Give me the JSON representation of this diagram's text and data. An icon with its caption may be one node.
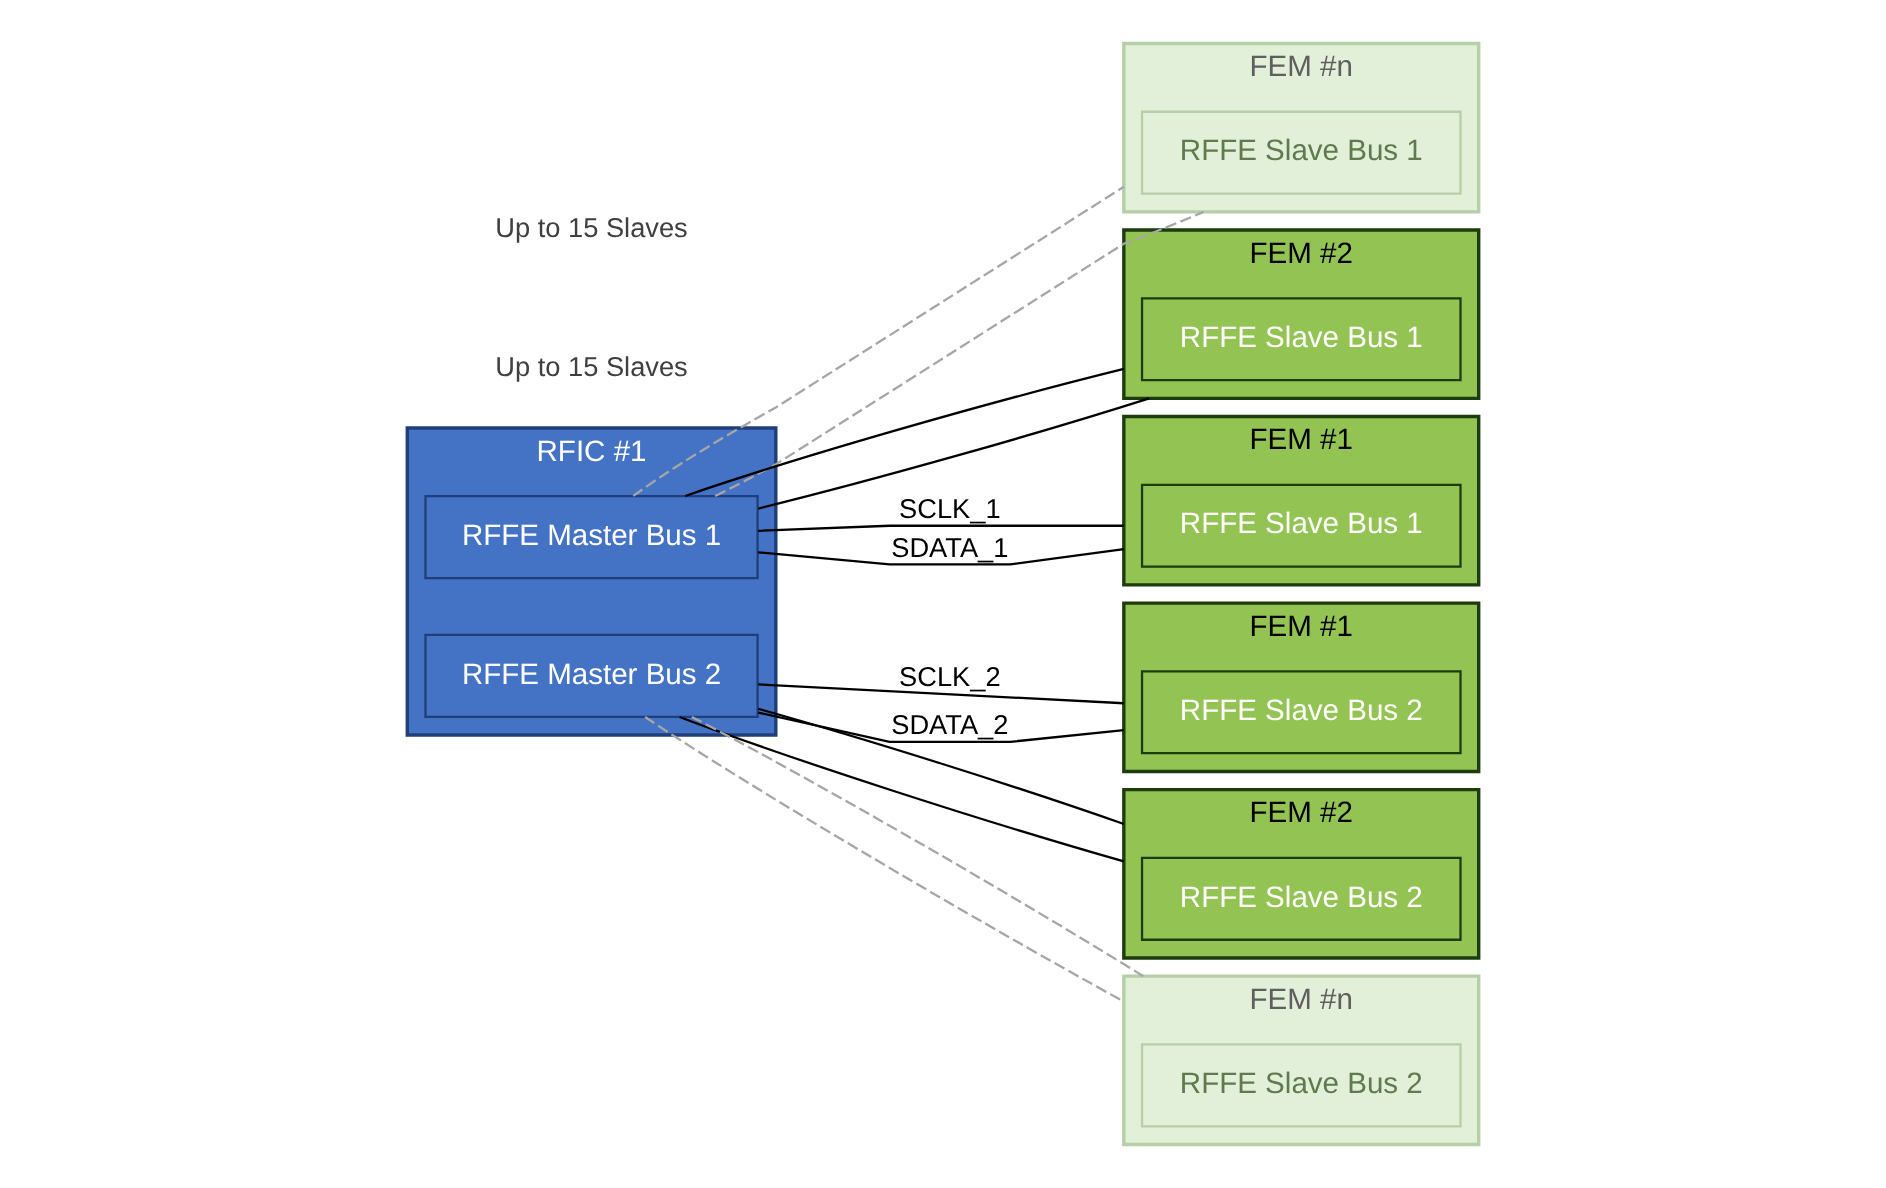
{
  "diagram": {
    "nodes": [
      {
        "text": [
          "RFIC #1"
        ]
      },
      {
        "text": [
          "RFFE Master Bus 1"
        ],
        "in": 0
      },
      {
        "text": [
          "RFFE Master Bus 2"
        ],
        "in": 0
      },
      {
        "text": [
          "FEM #n"
        ]
      },
      {
        "text": [
          "RFFE Slave Bus 1"
        ],
        "in": 3
      },
      {
        "text": [
          "FEM #2"
        ]
      },
      {
        "text": [
          "RFFE Slave Bus 1"
        ],
        "in": 5
      },
      {
        "text": [
          "FEM #1"
        ]
      },
      {
        "text": [
          "RFFE Slave Bus 1"
        ],
        "in": 7
      },
      {
        "text": [
          "FEM #1"
        ]
      },
      {
        "text": [
          "RFFE Slave Bus 2"
        ],
        "in": 9
      },
      {
        "text": [
          "FEM #2"
        ]
      },
      {
        "text": [
          "RFFE Slave Bus 2"
        ],
        "in": 11
      },
      {
        "text": [
          "FEM #n"
        ]
      },
      {
        "text": [
          "RFFE Slave Bus 2"
        ],
        "in": 13
      }
    ],
    "edges": [
      {
        "from": 1,
        "to": 3,
        "arrow": "none",
        "style": "dashed",
        "color": "#a6a6a6"
      },
      {
        "from": 1,
        "to": 3,
        "arrow": "none",
        "style": "dashed",
        "color": "#a6a6a6"
      },
      {
        "from": 1,
        "to": 5,
        "arrow": "none"
      },
      {
        "from": 1,
        "to": 5,
        "arrow": "none"
      },
      {
        "from": 1,
        "to": 7,
        "arrow": "none",
        "label": "SCLK_1"
      },
      {
        "from": 1,
        "to": 7,
        "arrow": "none",
        "label": "SDATA_1"
      },
      {
        "from": 2,
        "to": 9,
        "arrow": "none",
        "label": "SCLK_2"
      },
      {
        "from": 2,
        "to": 9,
        "arrow": "none",
        "label": "SDATA_2"
      },
      {
        "from": 2,
        "to": 11,
        "arrow": "none"
      },
      {
        "from": 2,
        "to": 11,
        "arrow": "none"
      },
      {
        "from": 2,
        "to": 13,
        "arrow": "none",
        "style": "dashed",
        "color": "#a6a6a6"
      },
      {
        "from": 2,
        "to": 13,
        "arrow": "none",
        "style": "dashed",
        "color": "#a6a6a6"
      }
    ],
    "labels": [
      "Up to 15 Slaves",
      "Up to 15 Slaves"
    ]
  }
}
